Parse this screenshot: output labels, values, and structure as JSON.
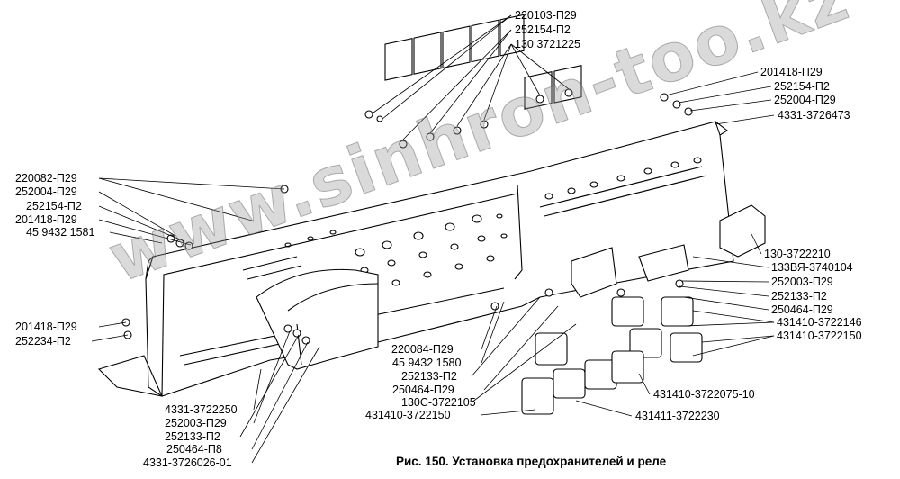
{
  "caption": "Рис. 150. Установка предохранителей и реле",
  "watermark": "www.sinhron-too.kz",
  "labels": {
    "l1": "220103-П29",
    "l2": "252154-П2",
    "l3": "130 3721225",
    "l4": "201418-П29",
    "l5": "252154-П2",
    "l6": "252004-П29",
    "l7": "4331-3726473",
    "l8": "220082-П29",
    "l9": "252004-П29",
    "l10": "252154-П2",
    "l11": "201418-П29",
    "l12": "45 9432 1581",
    "l13": "130-3722210",
    "l14": "133ВЯ-3740104",
    "l15": "252003-П29",
    "l16": "252133-П2",
    "l17": "250464-П29",
    "l18": "431410-3722146",
    "l19": "431410-3722150",
    "l20": "201418-П29",
    "l21": "252234-П2",
    "l22": "220084-П29",
    "l23": "45 9432 1580",
    "l24": "252133-П2",
    "l25": "250464-П29",
    "l26": "130С-3722105",
    "l27": "431410-3722150",
    "l28": "431410-3722075-10",
    "l29": "431411-3722230",
    "l30": "4331-3722250",
    "l31": "252003-П29",
    "l32": "252133-П2",
    "l33": "250464-П8",
    "l34": "4331-3726026-01"
  }
}
